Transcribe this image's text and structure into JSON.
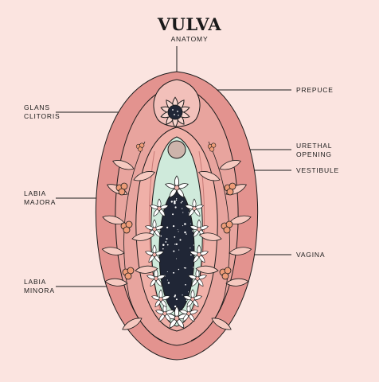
{
  "title": "VULVA",
  "subtitle": "ANATOMY",
  "labels": {
    "prepuce": "PREPUCE",
    "glans_clitoris": "GLANS\nCLITORIS",
    "urethral_opening": "URETHAL\nOPENING",
    "vestibule": "VESTIBULE",
    "labia_majora": "LABIA\nMAJORA",
    "vagina": "VAGINA",
    "labia_minora": "LABIA\nMINORA"
  },
  "colors": {
    "background": "#fbe4e0",
    "labia_majora": "#e3938f",
    "labia_minora": "#f0b0a8",
    "vestibule": "#cfeadb",
    "vagina": "#202636",
    "line": "#1a1a1a",
    "flower": "#ffffff",
    "berry": "#ee9c78"
  }
}
